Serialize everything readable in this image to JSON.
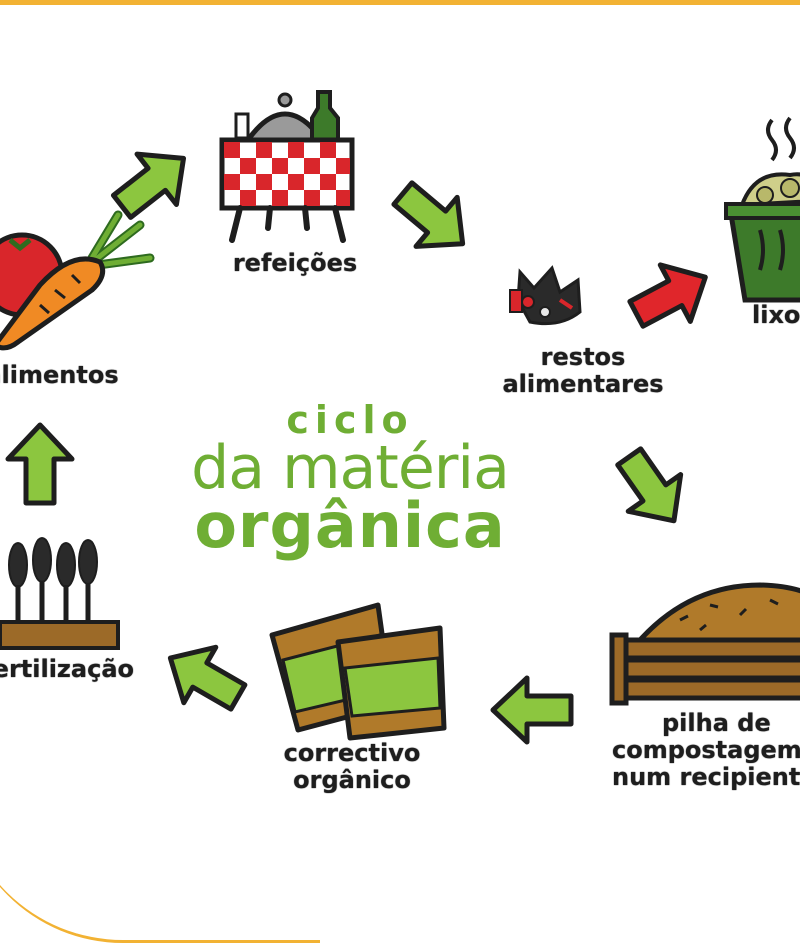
{
  "title": {
    "line1": "ciclo",
    "line2": "da matéria",
    "line3": "orgânica"
  },
  "stages": {
    "alimentos": "alimentos",
    "refeicoes": "refeições",
    "restos_line1": "restos",
    "restos_line2": "alimentares",
    "lixo": "lixo",
    "pilha_line1": "pilha de",
    "pilha_line2": "compostagem",
    "pilha_line3": "num recipiente",
    "corrective_line1": "correctivo",
    "corrective_line2": "orgânico",
    "fertilizacao": "fertilização"
  },
  "colors": {
    "accent_green": "#6fae34",
    "arrow_green": "#8cc63f",
    "arrow_red": "#e0262b",
    "frame_gold": "#f2b233",
    "outline": "#1e1e1e"
  },
  "icons": [
    "vegetables-icon",
    "meal-table-icon",
    "food-scraps-icon",
    "trash-bin-icon",
    "compost-pile-icon",
    "fertilizer-sacks-icon",
    "crop-field-icon"
  ]
}
